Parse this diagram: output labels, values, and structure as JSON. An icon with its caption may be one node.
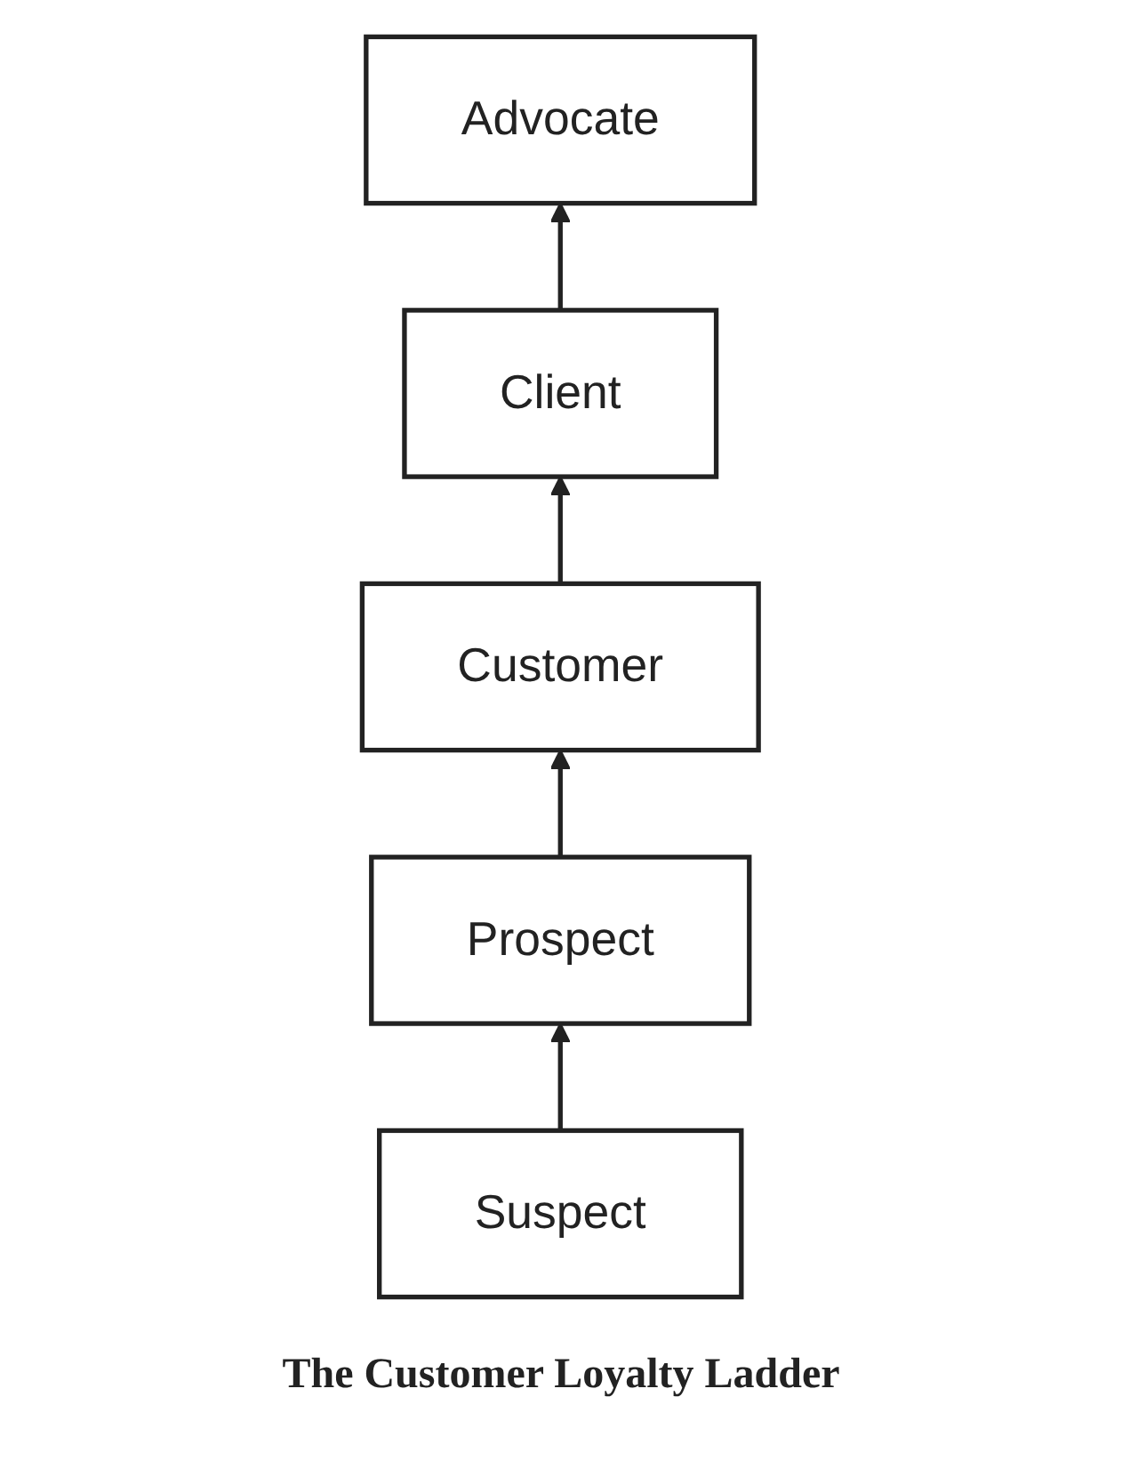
{
  "diagram": {
    "caption": "The Customer Loyalty Ladder",
    "nodes": [
      {
        "text": [
          "Advocate"
        ]
      },
      {
        "text": [
          "Client"
        ]
      },
      {
        "text": [
          "Customer"
        ]
      },
      {
        "text": [
          "Prospect"
        ]
      },
      {
        "text": [
          "Suspect"
        ]
      }
    ],
    "edges": [
      {
        "from": 4,
        "to": 3,
        "arrow": "to"
      },
      {
        "from": 3,
        "to": 2,
        "arrow": "to"
      },
      {
        "from": 2,
        "to": 1,
        "arrow": "to"
      },
      {
        "from": 1,
        "to": 0,
        "arrow": "to"
      }
    ]
  }
}
